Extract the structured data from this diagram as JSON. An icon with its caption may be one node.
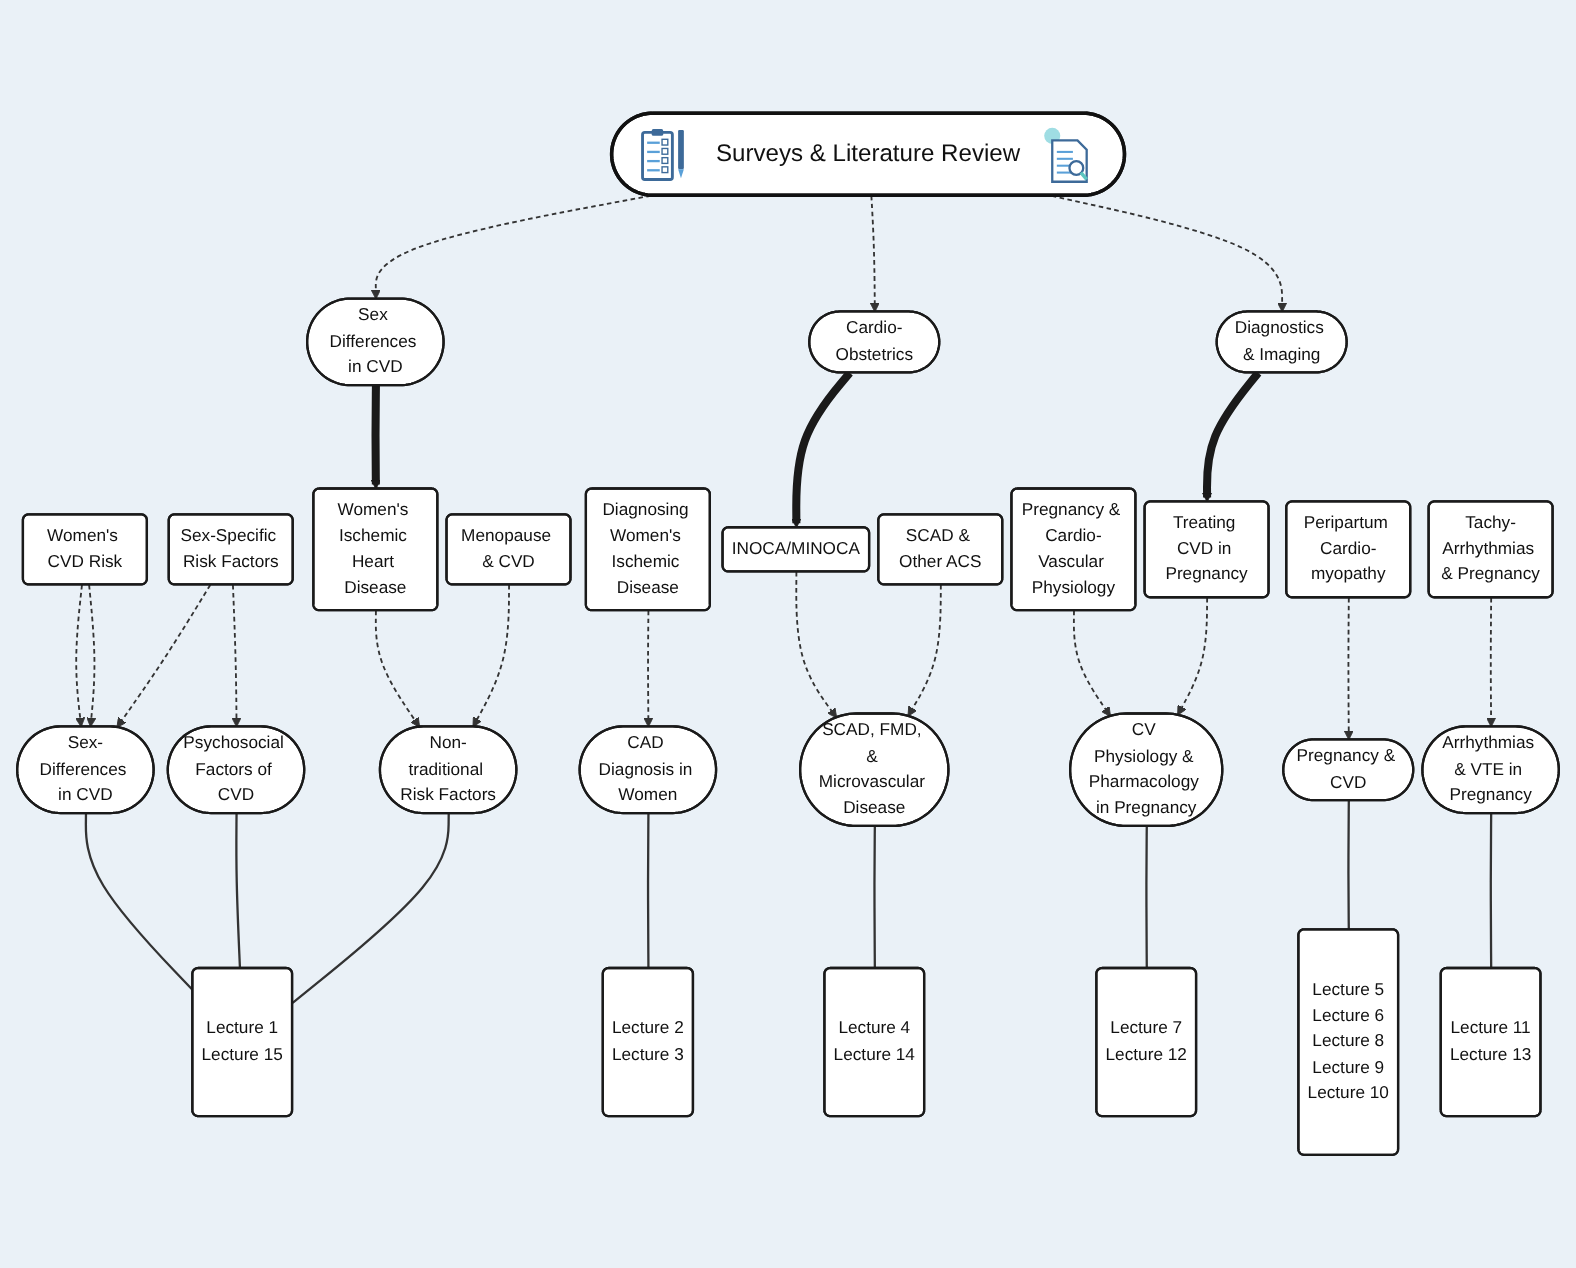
{
  "diagram": {
    "nodes": [
      {
        "text": [
          "Surveys & Literature Review"
        ]
      },
      {
        "text": [
          "Sex Differences in CVD"
        ]
      },
      {
        "text": [
          "Cardio-Obstetrics"
        ]
      },
      {
        "text": [
          "Diagnostics & Imaging"
        ]
      },
      {
        "text": [
          "Women's CVD Risk"
        ]
      },
      {
        "text": [
          "Sex-Specific Risk Factors"
        ]
      },
      {
        "text": [
          "Women's Ischemic Heart Disease"
        ]
      },
      {
        "text": [
          "Menopause & CVD"
        ]
      },
      {
        "text": [
          "Diagnosing Women's Ischemic Disease"
        ]
      },
      {
        "text": [
          "INOCA/MINOCA"
        ]
      },
      {
        "text": [
          "SCAD & Other ACS"
        ]
      },
      {
        "text": [
          "Pregnancy & Cardio-Vascular Physiology"
        ]
      },
      {
        "text": [
          "Treating CVD in Pregnancy"
        ]
      },
      {
        "text": [
          "Peripartum Cardio-myopathy"
        ]
      },
      {
        "text": [
          "Tachy-Arrhythmias & Pregnancy"
        ]
      },
      {
        "text": [
          "Sex-Differences in CVD"
        ]
      },
      {
        "text": [
          "Psychosocial Factors of CVD"
        ]
      },
      {
        "text": [
          "Non-traditional Risk Factors"
        ]
      },
      {
        "text": [
          "CAD Diagnosis in Women"
        ]
      },
      {
        "text": [
          "SCAD, FMD, & Microvascular Disease"
        ]
      },
      {
        "text": [
          "CV Physiology & Pharmacology in Pregnancy"
        ]
      },
      {
        "text": [
          "Pregnancy & CVD"
        ]
      },
      {
        "text": [
          "Arrhythmias & VTE in Pregnancy"
        ]
      },
      {
        "text": [
          "Lecture 1",
          "Lecture 15"
        ]
      },
      {
        "text": [
          "Lecture 2",
          "Lecture 3"
        ]
      },
      {
        "text": [
          "Lecture 4",
          "Lecture 14"
        ]
      },
      {
        "text": [
          "Lecture 7",
          "Lecture 12"
        ]
      },
      {
        "text": [
          "Lecture 5",
          "Lecture 6",
          "Lecture 8",
          "Lecture 9",
          "Lecture 10"
        ]
      },
      {
        "text": [
          "Lecture 11",
          "Lecture 13"
        ]
      }
    ],
    "edges": [
      {
        "from": 0,
        "to": 1,
        "arrow": "to",
        "style": "dashed"
      },
      {
        "from": 0,
        "to": 2,
        "arrow": "to",
        "style": "dashed"
      },
      {
        "from": 0,
        "to": 3,
        "arrow": "to",
        "style": "dashed"
      },
      {
        "from": 1,
        "to": 6,
        "arrow": "to",
        "style": "thick"
      },
      {
        "from": 2,
        "to": 9,
        "arrow": "to",
        "style": "thick"
      },
      {
        "from": 3,
        "to": 12,
        "arrow": "to",
        "style": "thick"
      },
      {
        "from": 4,
        "to": 15,
        "arrow": "to",
        "style": "dashed"
      },
      {
        "from": 4,
        "to": 15,
        "arrow": "to",
        "style": "dashed"
      },
      {
        "from": 5,
        "to": 15,
        "arrow": "to",
        "style": "dashed"
      },
      {
        "from": 5,
        "to": 16,
        "arrow": "to",
        "style": "dashed"
      },
      {
        "from": 6,
        "to": 17,
        "arrow": "to",
        "style": "dashed"
      },
      {
        "from": 7,
        "to": 17,
        "arrow": "to",
        "style": "dashed"
      },
      {
        "from": 8,
        "to": 18,
        "arrow": "to",
        "style": "dashed"
      },
      {
        "from": 9,
        "to": 19,
        "arrow": "to",
        "style": "dashed"
      },
      {
        "from": 10,
        "to": 19,
        "arrow": "to",
        "style": "dashed"
      },
      {
        "from": 11,
        "to": 20,
        "arrow": "to",
        "style": "dashed"
      },
      {
        "from": 12,
        "to": 20,
        "arrow": "to",
        "style": "dashed"
      },
      {
        "from": 13,
        "to": 21,
        "arrow": "to",
        "style": "dashed"
      },
      {
        "from": 14,
        "to": 22,
        "arrow": "to",
        "style": "dashed"
      },
      {
        "from": 15,
        "to": 23,
        "arrow": "none"
      },
      {
        "from": 16,
        "to": 23,
        "arrow": "none"
      },
      {
        "from": 17,
        "to": 23,
        "arrow": "none"
      },
      {
        "from": 18,
        "to": 24,
        "arrow": "none"
      },
      {
        "from": 19,
        "to": 25,
        "arrow": "none"
      },
      {
        "from": 20,
        "to": 26,
        "arrow": "none"
      },
      {
        "from": 21,
        "to": 27,
        "arrow": "none"
      },
      {
        "from": 22,
        "to": 28,
        "arrow": "none"
      }
    ]
  }
}
